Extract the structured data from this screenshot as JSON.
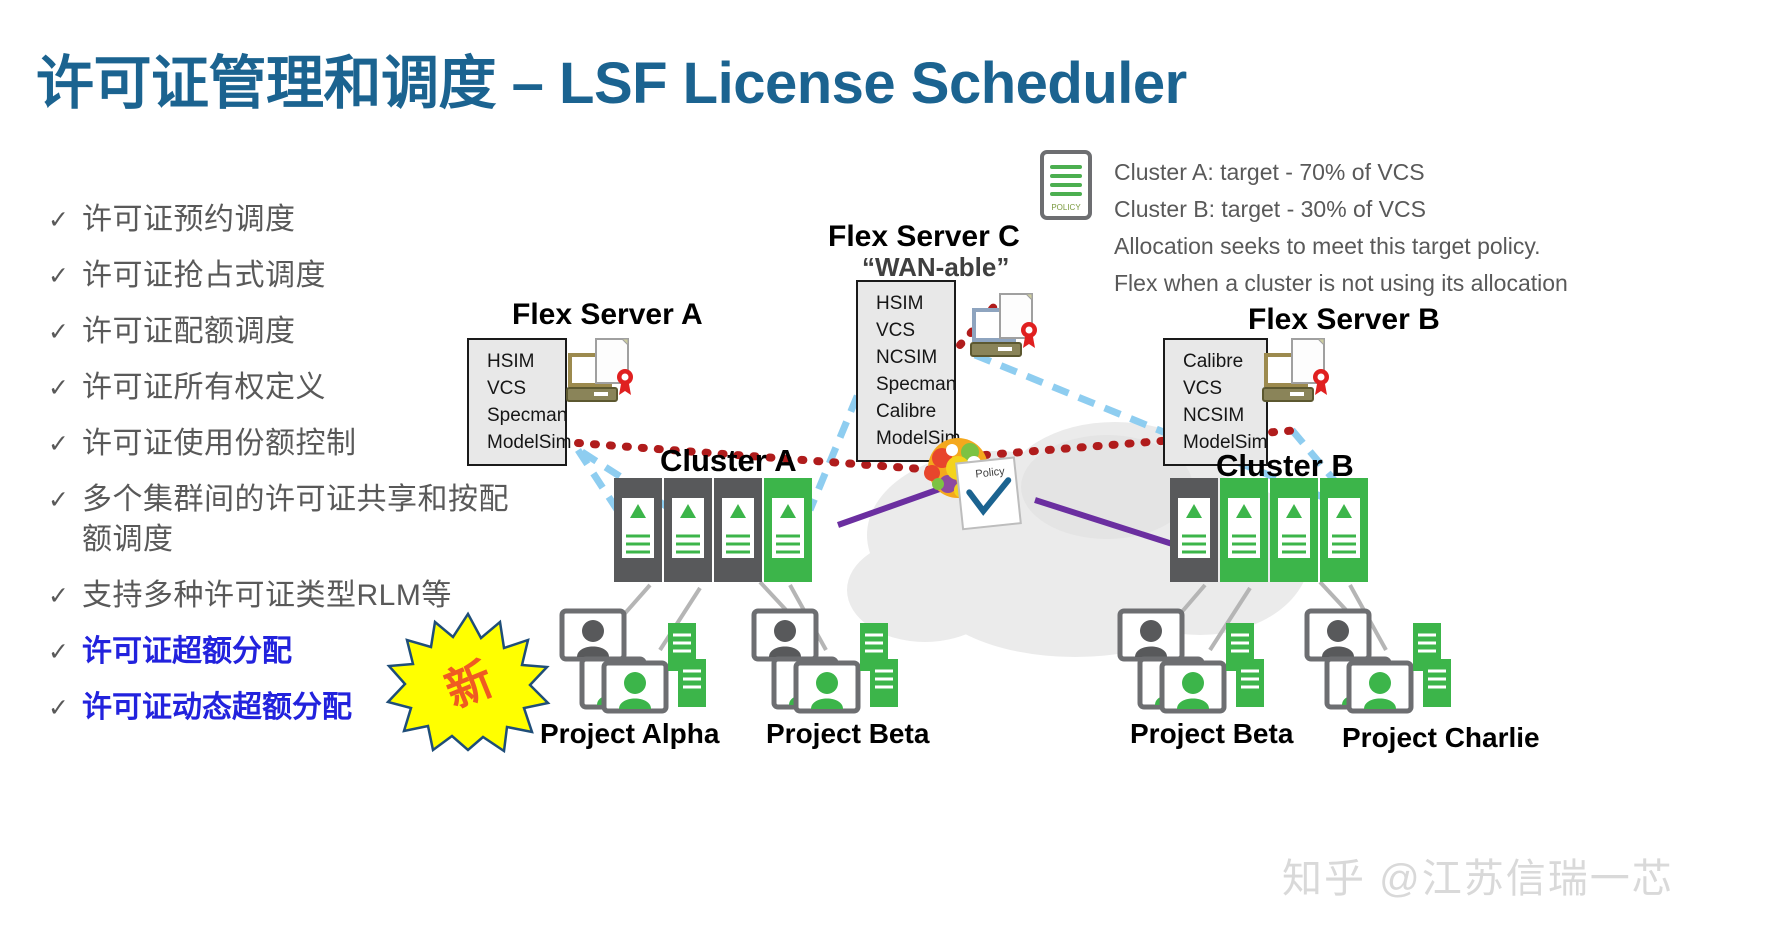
{
  "title": {
    "zh": "许可证管理和调度",
    "dash": " – ",
    "en": "LSF License Scheduler",
    "color": "#1b6390"
  },
  "bullets": [
    {
      "check": "✓",
      "text": "许可证预约调度",
      "highlight": false
    },
    {
      "check": "✓",
      "text": "许可证抢占式调度",
      "highlight": false
    },
    {
      "check": "✓",
      "text": "许可证配额调度",
      "highlight": false
    },
    {
      "check": "✓",
      "text": "许可证所有权定义",
      "highlight": false
    },
    {
      "check": "✓",
      "text": "许可证使用份额控制",
      "highlight": false
    },
    {
      "check": "✓",
      "text": "多个集群间的许可证共享和按配额调度",
      "highlight": false,
      "wrap": true
    },
    {
      "check": "✓",
      "text": "支持多种许可证类型RLM等",
      "highlight": false
    },
    {
      "check": "✓",
      "text": "许可证超额分配",
      "highlight": true
    },
    {
      "check": "✓",
      "text": "许可证动态超额分配",
      "highlight": true
    }
  ],
  "badge": {
    "label": "新",
    "fill": "#ffff00",
    "stroke": "#1f4e79",
    "text_color": "#ef5b22"
  },
  "policy": {
    "icon_label": "POLICY",
    "lines": [
      "Cluster A:  target - 70% of VCS",
      "Cluster B:  target - 30% of VCS",
      "Allocation seeks to meet this target policy.",
      "Flex when a cluster is not using its allocation"
    ]
  },
  "flex_servers": [
    {
      "label": "Flex Server A",
      "sublabel": "",
      "licenses": [
        "HSIM",
        "VCS",
        "Specman",
        "ModelSim"
      ]
    },
    {
      "label": "Flex Server C",
      "sublabel": "“WAN-able”",
      "licenses": [
        "HSIM",
        "VCS",
        "NCSIM",
        "Specman",
        "Calibre",
        "ModelSim"
      ]
    },
    {
      "label": "Flex Server B",
      "sublabel": "",
      "licenses": [
        "Calibre",
        "VCS",
        "NCSIM",
        "ModelSim"
      ]
    }
  ],
  "clusters": [
    {
      "label": "Cluster A"
    },
    {
      "label": "Cluster B"
    }
  ],
  "projects": [
    {
      "label": "Project Alpha"
    },
    {
      "label": "Project Beta"
    },
    {
      "label": "Project Beta"
    },
    {
      "label": "Project Charlie"
    }
  ],
  "policy_doc_tag": "Policy",
  "watermark": "知乎 @江苏信瑞一芯",
  "colors": {
    "title_blue": "#1b6390",
    "bullet_gray": "#595959",
    "bullet_blue": "#2222dd",
    "server_green": "#3cb54a",
    "server_gray": "#58595b",
    "dashed_blue": "#8ecdf0",
    "dotted_red": "#b01c1c",
    "purple": "#6b2fa0",
    "cloud_gray": "#ebebeb",
    "box_fill": "#e8e8e8"
  }
}
